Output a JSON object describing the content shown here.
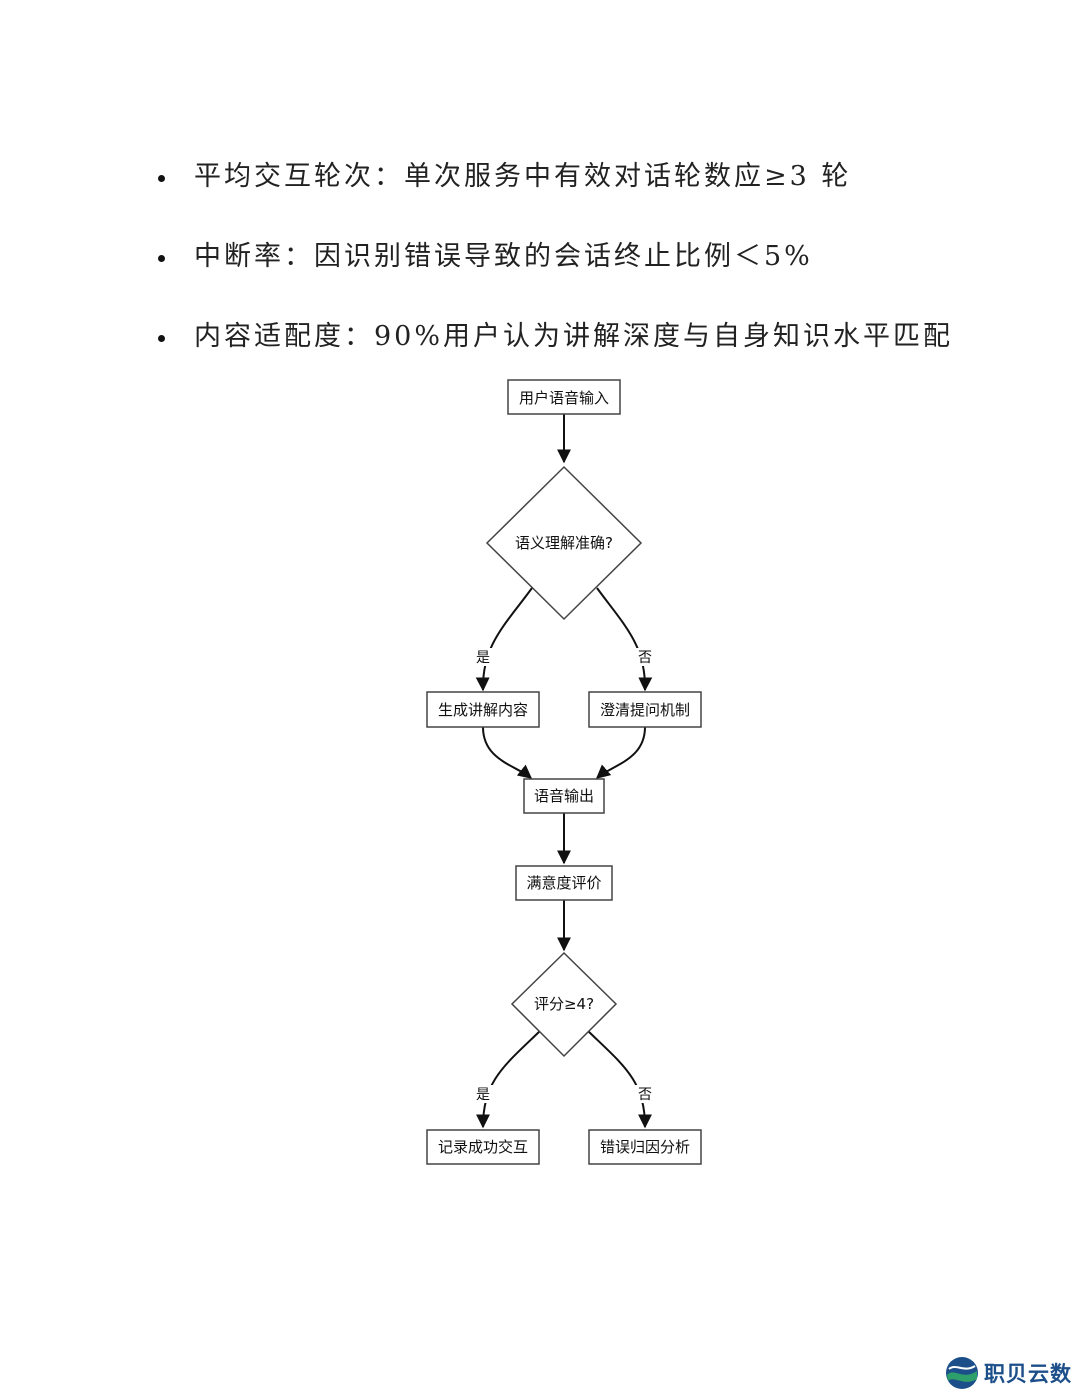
{
  "bullets": [
    "平均交互轮次：单次服务中有效对话轮数应≥3 轮",
    "中断率：因识别错误导致的会话终止比例＜5%",
    "内容适配度：90%用户认为讲解深度与自身知识水平匹配"
  ],
  "flowchart": {
    "nodes": {
      "input": "用户语音输入",
      "decision1": "语义理解准确?",
      "generate": "生成讲解内容",
      "clarify": "澄清提问机制",
      "output": "语音输出",
      "rating": "满意度评价",
      "decision2": "评分≥4?",
      "success": "记录成功交互",
      "analysis": "错误归因分析"
    },
    "edges": {
      "yes1": "是",
      "no1": "否",
      "yes2": "是",
      "no2": "否"
    }
  },
  "logo": {
    "text": "职贝云数",
    "icon": "globe-wave-icon",
    "colors": [
      "#1c4f8a",
      "#2e9e6a"
    ]
  }
}
